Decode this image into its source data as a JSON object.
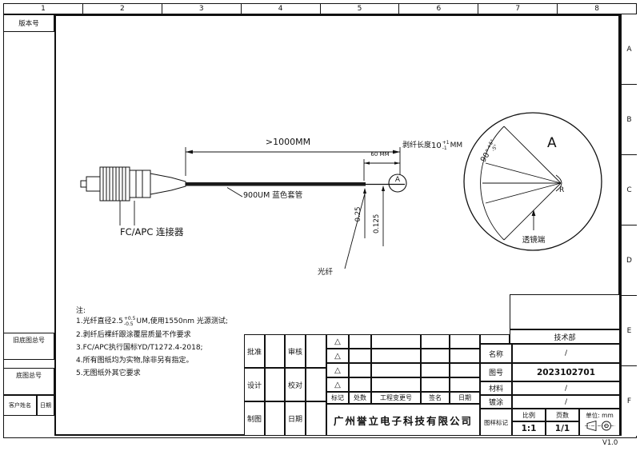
{
  "sheet": {
    "version_label": "版本号",
    "footer_version": "V1.0",
    "zone_numbers": [
      "1",
      "2",
      "3",
      "4",
      "5",
      "6",
      "7",
      "8"
    ],
    "zone_letters": [
      "A",
      "B",
      "C",
      "D",
      "E",
      "F"
    ],
    "old_base_no_label": "旧底图总号",
    "base_no_label": "底图总号",
    "customer_name_label": "客户姓名",
    "date_label": "日期",
    "ink_color": "#111111"
  },
  "drawing": {
    "dim_overall": ">1000MM",
    "dim_60": "60 MM",
    "strip_label_prefix": "剥纤长度",
    "strip_value": "10",
    "strip_tol_plus": "+1",
    "strip_tol_minus": "-1",
    "strip_suffix": "MM",
    "tube_label": "900UM 蓝色套管",
    "connector_label": "FC/APC 连接器",
    "fiber_label": "光纤",
    "dia_outer": "0.25",
    "dia_inner": "0.125",
    "detail_marker": "A",
    "detail_letter": "A",
    "angle_value": "90°",
    "angle_tol_plus": "+5°",
    "angle_tol_minus": "-5°",
    "radius_label": "R",
    "lens_end_label": "透镜端"
  },
  "notes": {
    "title": "注:",
    "n1_pre": "1.光纤直径2.5",
    "n1_tol_plus": "+0.5",
    "n1_tol_minus": "-0.5",
    "n1_post": "UM,使用1550nm 光源测试;",
    "n2": "2.剥纤后裸纤跟涂覆层质量不作要求",
    "n3": "3.FC/APC执行国标YD/T1272.4-2018;",
    "n4": "4.所有图纸均为实物,除非另有指定。",
    "n5": "5.无图纸外其它要求"
  },
  "title_block": {
    "approve": "批准",
    "review": "审核",
    "design": "设计",
    "proofread": "校对",
    "draft": "制图",
    "date": "日期",
    "rev_mark": "△",
    "rev_headers": [
      "标记",
      "处数",
      "工程变更号",
      "签名",
      "日期"
    ],
    "company": "广州誉立电子科技有限公司",
    "department": "技术部",
    "name_label": "名称",
    "name_value": "/",
    "drawing_no_label": "图号",
    "drawing_no_value": "2023102701",
    "material_label": "材料",
    "material_value": "/",
    "coating_label": "镀涂",
    "coating_value": "/",
    "sample_mark_label": "图样标记",
    "scale_label": "比例",
    "scale_value": "1:1",
    "pages_label": "页数",
    "pages_value": "1/1",
    "unit_label": "单位: mm"
  }
}
